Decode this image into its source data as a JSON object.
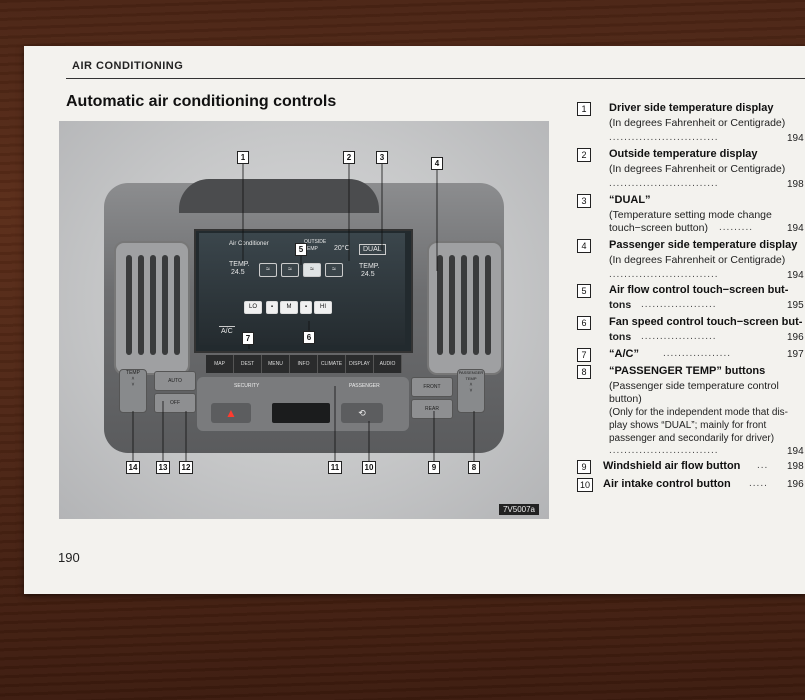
{
  "section_title": "AIR CONDITIONING",
  "heading": "Automatic air conditioning controls",
  "page_number": "190",
  "figure": {
    "code": "7V5007a",
    "callouts": [
      "1",
      "2",
      "3",
      "4",
      "5",
      "6",
      "7",
      "8",
      "9",
      "10",
      "11",
      "12",
      "13",
      "14"
    ],
    "screen": {
      "ac_label": "Air Conditioner",
      "outside_label": "OUTSIDE TEMP",
      "outside_value": "20°C",
      "dual": "DUAL",
      "temp_label": "TEMP.",
      "driver_temp": "24.5",
      "passenger_temp": "24.5",
      "fan_lo": "LO",
      "fan_m": "M",
      "fan_hi": "HI",
      "ac": "A/C"
    },
    "menu_buttons": [
      "MAP",
      "DEST",
      "MENU",
      "INFO",
      "CLIMATE",
      "DISPLAY",
      "AUDIO"
    ],
    "security": "SECURITY",
    "passenger": "PASSENGER",
    "side_labels": {
      "temp": "TEMP",
      "auto": "AUTO",
      "off": "OFF",
      "front": "FRONT",
      "rear": "REAR",
      "passenger_temp": "PASSENGER TEMP"
    }
  },
  "legend": [
    {
      "num": "1",
      "title": "Driver side temperature display",
      "lines": [
        "(In degrees Fahrenheit or Centigrade)"
      ],
      "page": "194"
    },
    {
      "num": "2",
      "title": "Outside temperature display",
      "lines": [
        "(In degrees Fahrenheit or Centigrade)"
      ],
      "page": "198"
    },
    {
      "num": "3",
      "title": "“DUAL”",
      "lines": [
        "(Temperature   setting   mode   change",
        "touch−screen button)"
      ],
      "page": "194"
    },
    {
      "num": "4",
      "title": "Passenger side temperature display",
      "lines": [
        "(In degrees Fahrenheit or Centigrade)"
      ],
      "page": "194"
    },
    {
      "num": "5",
      "title": "Air  flow  control  touch−screen  but-",
      "lines": [
        "tons"
      ],
      "page": "195"
    },
    {
      "num": "6",
      "title": "Fan speed control touch−screen but-",
      "lines": [
        "tons"
      ],
      "page": "196"
    },
    {
      "num": "7",
      "title": "“A/C”",
      "lines": [],
      "page": "197"
    },
    {
      "num": "8",
      "title": "“PASSENGER TEMP” buttons",
      "lines": [
        "(Passenger  side  temperature  control",
        "button)",
        "(Only for the independent mode that dis-",
        "play shows “DUAL”; mainly for front",
        "passenger and secondarily for driver)"
      ],
      "page": "194"
    },
    {
      "num": "9",
      "title": "Windshield air flow button",
      "lines": [],
      "page": "198"
    },
    {
      "num": "10",
      "title": "Air intake control button",
      "lines": [],
      "page": "196"
    }
  ]
}
